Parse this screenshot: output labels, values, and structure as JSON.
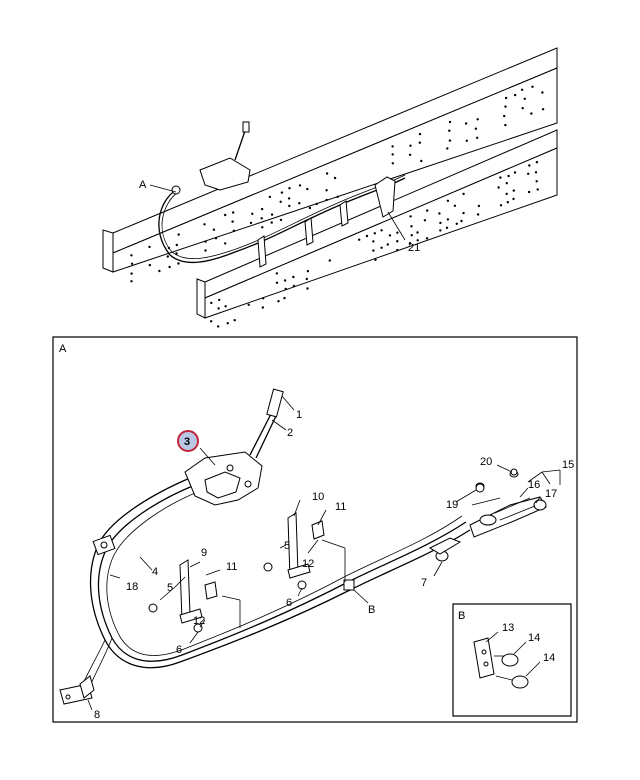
{
  "overview": {
    "callout_a": "A",
    "callout_21": "21"
  },
  "detail_a": {
    "title": "A",
    "labels": {
      "p1": "1",
      "p2": "2",
      "p3": "3",
      "p4": "4",
      "p5a": "5",
      "p5b": "5",
      "p6a": "6",
      "p6b": "6",
      "p7": "7",
      "p8": "8",
      "p9": "9",
      "p10": "10",
      "p11a": "11",
      "p11b": "11",
      "p12a": "12",
      "p12b": "12",
      "p15": "15",
      "p16": "16",
      "p17": "17",
      "p18": "18",
      "p19": "19",
      "p20": "20",
      "callout_b": "B"
    },
    "highlight_color": "#c0273a"
  },
  "detail_b": {
    "title": "B",
    "labels": {
      "p13": "13",
      "p14a": "14",
      "p14b": "14"
    }
  }
}
